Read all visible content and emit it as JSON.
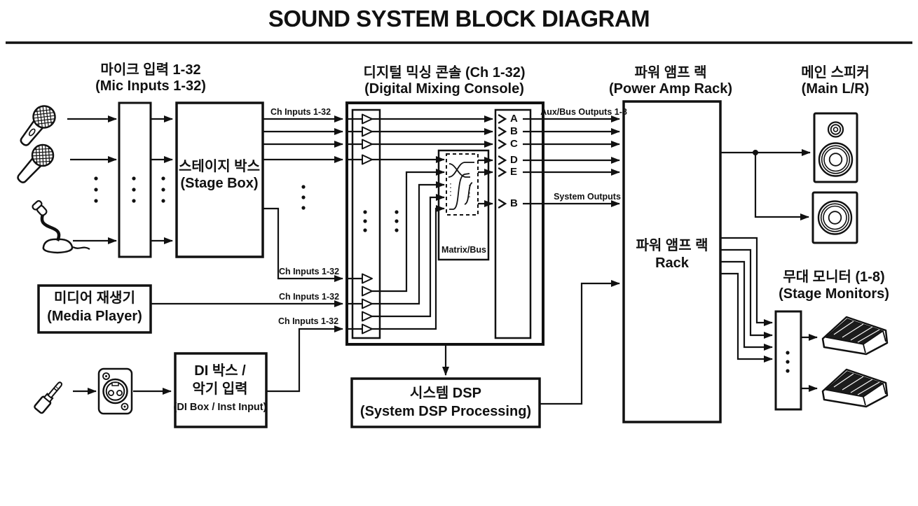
{
  "title": "SOUND SYSTEM BLOCK DIAGRAM",
  "colors": {
    "ink": "#111111",
    "background": "#ffffff",
    "monitor_face": "#1c1c1c"
  },
  "sections": {
    "mic_inputs": {
      "ko": "마이크 입력 1-32",
      "en": "(Mic Inputs 1-32)"
    },
    "stage_box": {
      "ko": "스테이지 박스",
      "en": "(Stage Box)"
    },
    "console": {
      "ko": "디지털 믹싱 콘솔 (Ch 1-32)",
      "en": "(Digital Mixing Console)"
    },
    "power_amp": {
      "ko": "파워 앰프 랙",
      "en": "(Power Amp Rack)"
    },
    "main_speakers": {
      "ko": "메인 스피커",
      "en": "(Main L/R)"
    },
    "media_player": {
      "ko": "미디어 재생기",
      "en": "(Media Player)"
    },
    "di_box": {
      "ko1": "DI 박스 /",
      "ko2": "악기 입력",
      "en": "(DI Box / Inst Input)"
    },
    "system_dsp": {
      "ko": "시스템 DSP",
      "en": "(System DSP Processing)"
    },
    "stage_monitors": {
      "ko": "무대 모니터 (1-8)",
      "en": "(Stage Monitors)"
    },
    "amp_rack_inner": {
      "line1": "파워 앰프 랙",
      "line2": "Rack"
    }
  },
  "wire_labels": {
    "ch_inputs": "Ch Inputs 1-32",
    "aux_bus_outputs": "Aux/Bus Outputs 1-8",
    "system_outputs": "System Outputs",
    "matrix_bus": "Matrix/Bus"
  },
  "console_detail": {
    "sends": [
      "A",
      "B",
      "C",
      "D",
      "E",
      "B"
    ]
  }
}
